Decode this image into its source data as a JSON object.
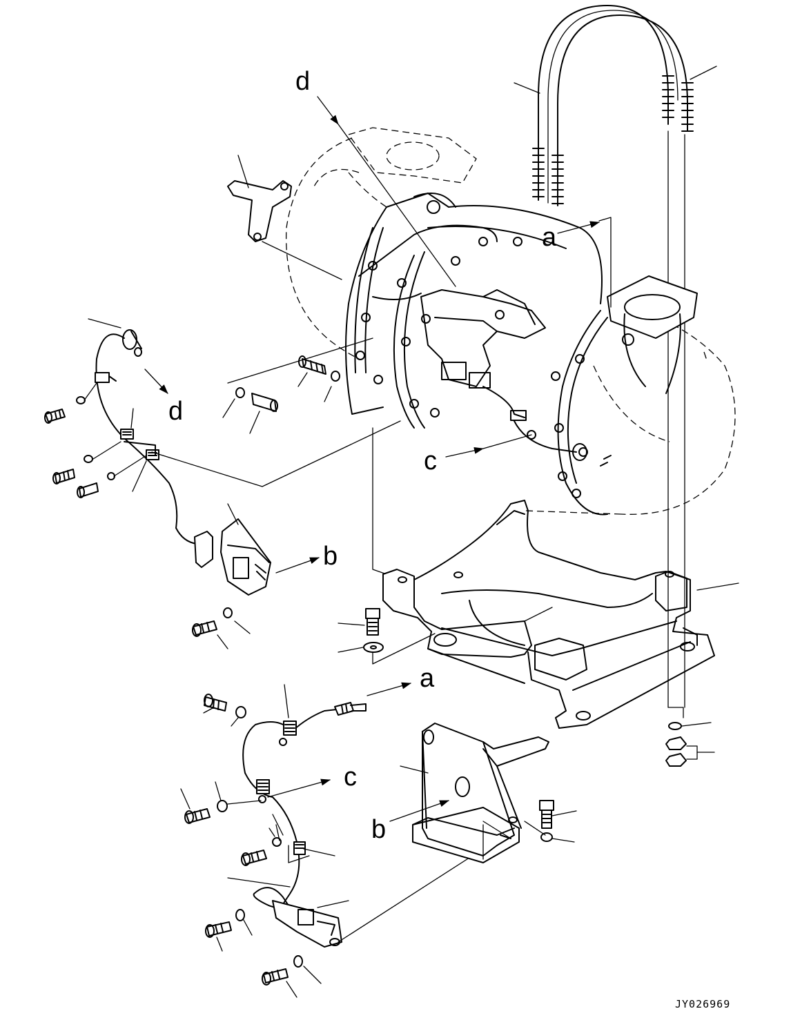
{
  "callouts": {
    "a_top": "a",
    "a_bottom": "a",
    "b_top": "b",
    "b_bottom": "b",
    "c_top": "c",
    "c_bottom": "c",
    "d_top": "d",
    "d_left": "d"
  },
  "drawing_code": "JY026969"
}
